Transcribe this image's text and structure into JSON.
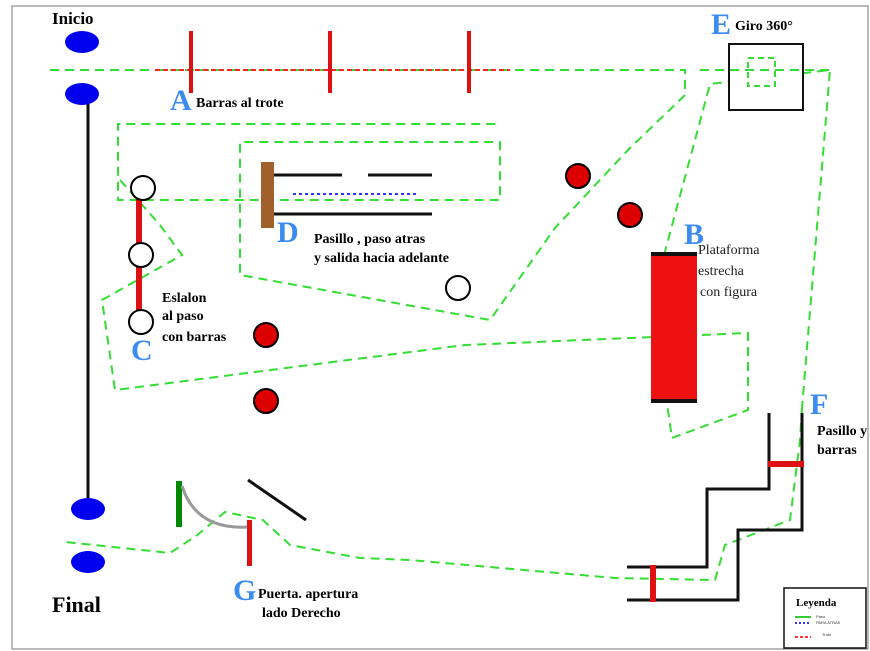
{
  "labels": {
    "inicio": "Inicio",
    "final": "Final"
  },
  "stations": {
    "A": {
      "letter": "A",
      "text": "Barras al trote"
    },
    "B": {
      "letter": "B",
      "lines": [
        "Plataforma",
        "estrecha",
        "con figura"
      ]
    },
    "C": {
      "letter": "C",
      "lines": [
        "Eslalon",
        "al paso",
        "con barras"
      ]
    },
    "D": {
      "letter": "D",
      "lines": [
        "Pasillo , paso atras",
        "y salida hacia adelante"
      ]
    },
    "E": {
      "letter": "E",
      "text": "Giro 360°"
    },
    "F": {
      "letter": "F",
      "lines": [
        "Pasillo y",
        "barras"
      ]
    },
    "G": {
      "letter": "G",
      "lines": [
        "Puerta. apertura",
        "lado Derecho"
      ]
    }
  },
  "legend": {
    "title": "Leyenda",
    "items": [
      {
        "label": "Paso",
        "color": "#33cc33"
      },
      {
        "label": "PARA ATRAS",
        "color": "#3333ff"
      },
      {
        "label": "Trote",
        "color": "#ff3333"
      }
    ]
  },
  "colors": {
    "path_walk": "#33dd33",
    "path_back": "#3333ff",
    "path_trot": "#ff2222",
    "cone_red": "#dd0000",
    "marker_blue": "#0000ee",
    "letters": "#3c8cf0",
    "platform": "#ee1111",
    "post_brown": "#a0602a",
    "post_green": "#008800"
  }
}
